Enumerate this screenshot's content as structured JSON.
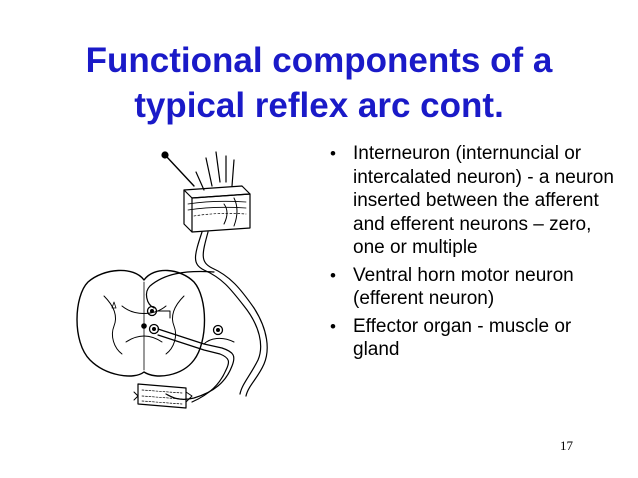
{
  "slide": {
    "title_lines": [
      "Functional components of a",
      "typical reflex arc cont."
    ],
    "bullets": [
      "Interneuron (internuncial or intercalated neuron) - a neuron inserted between the afferent and efferent neurons – zero, one or multiple",
      "Ventral horn motor neuron (efferent neuron)",
      "Effector organ - muscle or gland"
    ],
    "bullet_marker": "•",
    "page_number": "17"
  },
  "diagram": {
    "icon": "reflex-arc-spinal-cord-diagram"
  },
  "colors": {
    "title": "#1a1ac8",
    "text": "#000000",
    "background": "#ffffff"
  }
}
